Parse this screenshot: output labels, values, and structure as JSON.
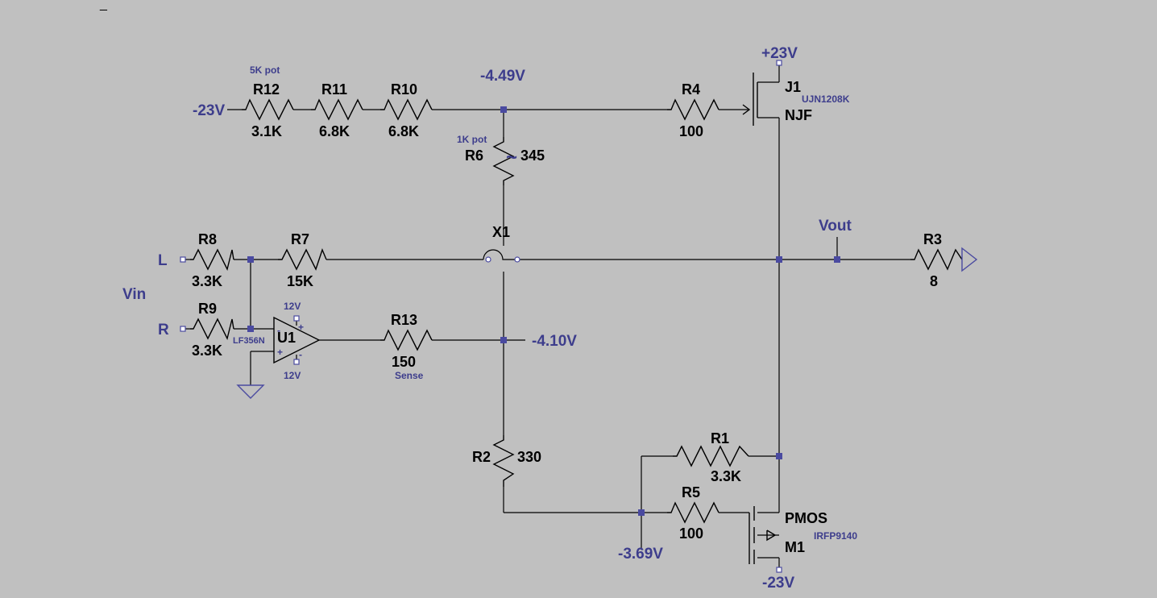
{
  "colors": {
    "background": "#c0c0c0",
    "wire": "#000000",
    "net_label": "#3d3d8c",
    "junction": "#4a4aa0"
  },
  "toolbar": {
    "mark": "_"
  },
  "resistors": {
    "R12": {
      "name": "R12",
      "value": "3.1K",
      "note": "5K pot"
    },
    "R11": {
      "name": "R11",
      "value": "6.8K"
    },
    "R10": {
      "name": "R10",
      "value": "6.8K"
    },
    "R4": {
      "name": "R4",
      "value": "100"
    },
    "R6": {
      "name": "R6",
      "value": "345",
      "note": "1K pot",
      "wiper": "~"
    },
    "R8": {
      "name": "R8",
      "value": "3.3K"
    },
    "R7": {
      "name": "R7",
      "value": "15K"
    },
    "R9": {
      "name": "R9",
      "value": "3.3K"
    },
    "R13": {
      "name": "R13",
      "value": "150",
      "note": "Sense"
    },
    "R3": {
      "name": "R3",
      "value": "8"
    },
    "R2": {
      "name": "R2",
      "value": "330"
    },
    "R1": {
      "name": "R1",
      "value": "3.3K"
    },
    "R5": {
      "name": "R5",
      "value": "100"
    }
  },
  "parts": {
    "J1": {
      "name": "J1",
      "model": "UJN1208K",
      "type": "NJF"
    },
    "M1": {
      "name": "M1",
      "model": "IRFP9140",
      "type": "PMOS"
    },
    "U1": {
      "name": "U1",
      "model": "LF356N",
      "supply_pos": "12V",
      "supply_neg": "12V",
      "plus": "+",
      "minus": "-",
      "plus_in": "+",
      "minus_in": "-"
    },
    "X1": {
      "name": "X1"
    }
  },
  "nets": {
    "neg23_left": "-23V",
    "v449": "-4.49V",
    "pos23": "+23V",
    "vout": "Vout",
    "v410": "-4.10V",
    "v369": "-3.69V",
    "neg23_bottom": "-23V",
    "vin": "Vin",
    "L": "L",
    "R": "R"
  }
}
